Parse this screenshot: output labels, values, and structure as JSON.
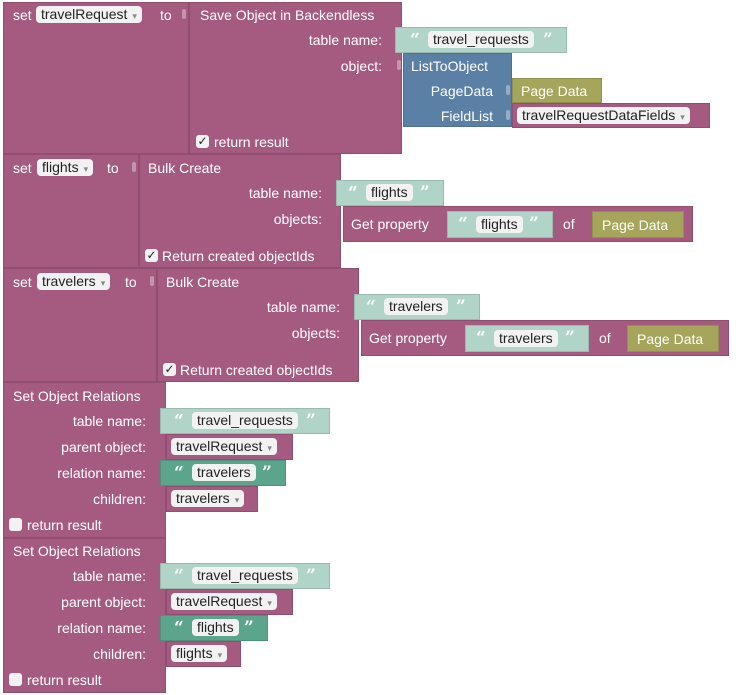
{
  "common": {
    "set": "set",
    "to": "to",
    "table_name": "table name:",
    "object": "object:",
    "objects": "objects:",
    "page_data": "Page Data",
    "get_property": "Get property",
    "of": "of",
    "parent_object": "parent object:",
    "relation_name": "relation name:",
    "children": "children:",
    "return_result": "return result",
    "return_created_ids": "Return created objectIds",
    "check": "✓",
    "open_quote": "“",
    "close_quote": "”",
    "dropdown_arrow": "▾"
  },
  "block1": {
    "variable": "travelRequest",
    "title": "Save Object in Backendless",
    "table": "travel_requests",
    "list_to_object": "ListToObject",
    "page_data_label": "PageData",
    "field_list_label": "FieldList",
    "field_list_var": "travelRequestDataFields"
  },
  "block2": {
    "variable": "flights",
    "title": "Bulk Create",
    "table": "flights",
    "prop": "flights"
  },
  "block3": {
    "variable": "travelers",
    "title": "Bulk Create",
    "table": "travelers",
    "prop": "travelers"
  },
  "block4": {
    "title": "Set Object Relations",
    "table": "travel_requests",
    "parent": "travelRequest",
    "relation": "travelers",
    "children": "travelers"
  },
  "block5": {
    "title": "Set Object Relations",
    "table": "travel_requests",
    "parent": "travelRequest",
    "relation": "flights",
    "children": "flights"
  },
  "colors": {
    "variable_block": "#a55b80",
    "list_block": "#5b80a5",
    "object_block": "#a5a55b",
    "text_block": "#b0d4c8",
    "relation_text": "#5ba58c"
  }
}
